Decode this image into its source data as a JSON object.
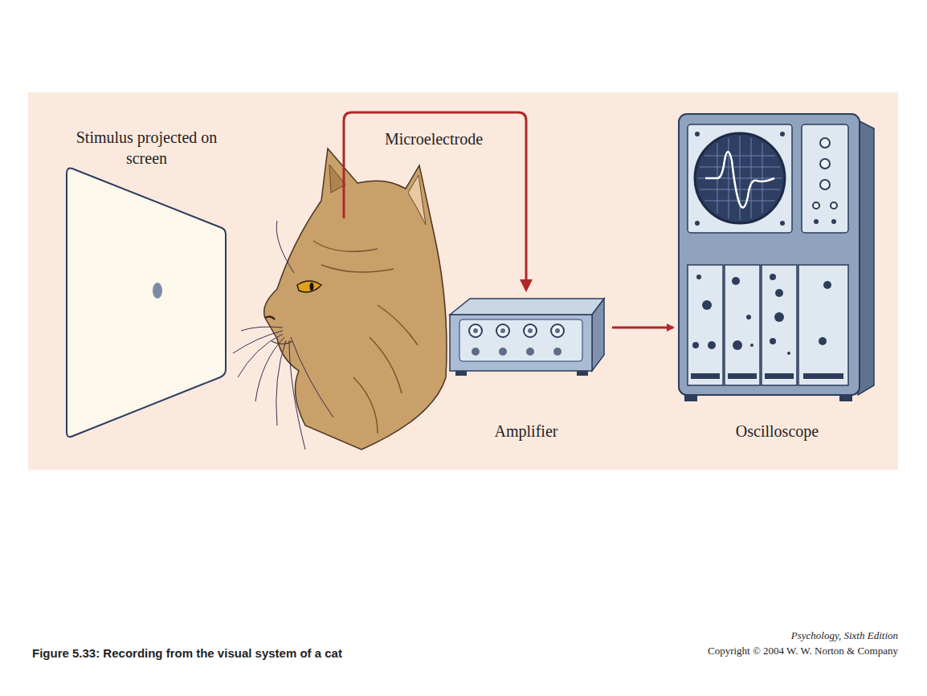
{
  "diagram": {
    "caption": "Figure 5.33: Recording from the visual system of a cat",
    "nodes": [
      {
        "text": [
          "Stimulus projected on screen"
        ]
      },
      {
        "text": [
          "Amplifier"
        ]
      },
      {
        "text": [
          "Oscilloscope"
        ]
      }
    ],
    "edges": [
      {
        "from": 1,
        "to": 2,
        "arrow": "to"
      }
    ],
    "labels": [
      "Microelectrode",
      "Psychology, Sixth Edition",
      "Copyright © 2004 W. W. Norton & Company"
    ]
  }
}
